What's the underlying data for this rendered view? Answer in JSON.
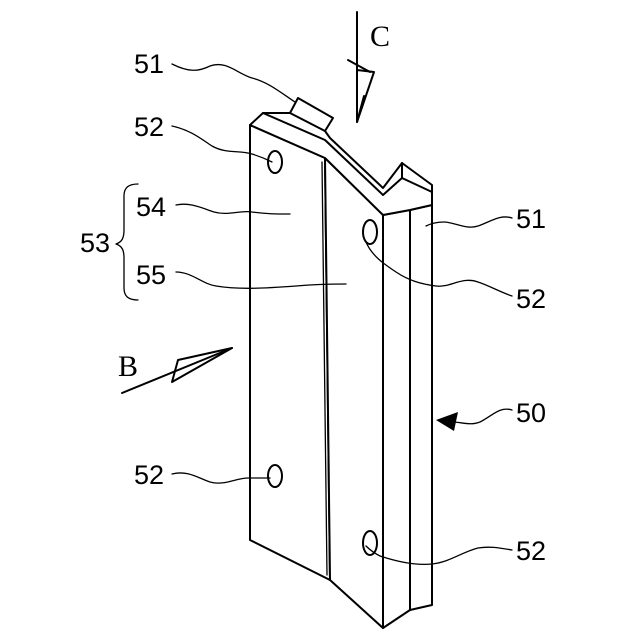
{
  "labels": {
    "ref_51_top": "51",
    "ref_52_top_left": "52",
    "ref_54": "54",
    "ref_53": "53",
    "ref_55": "55",
    "ref_51_right": "51",
    "ref_52_right_upper": "52",
    "ref_50": "50",
    "ref_52_bottom_left": "52",
    "ref_52_bottom_right": "52"
  },
  "view_markers": {
    "c": "C",
    "b": "B"
  },
  "colors": {
    "ink": "#000000",
    "paper": "#ffffff"
  }
}
